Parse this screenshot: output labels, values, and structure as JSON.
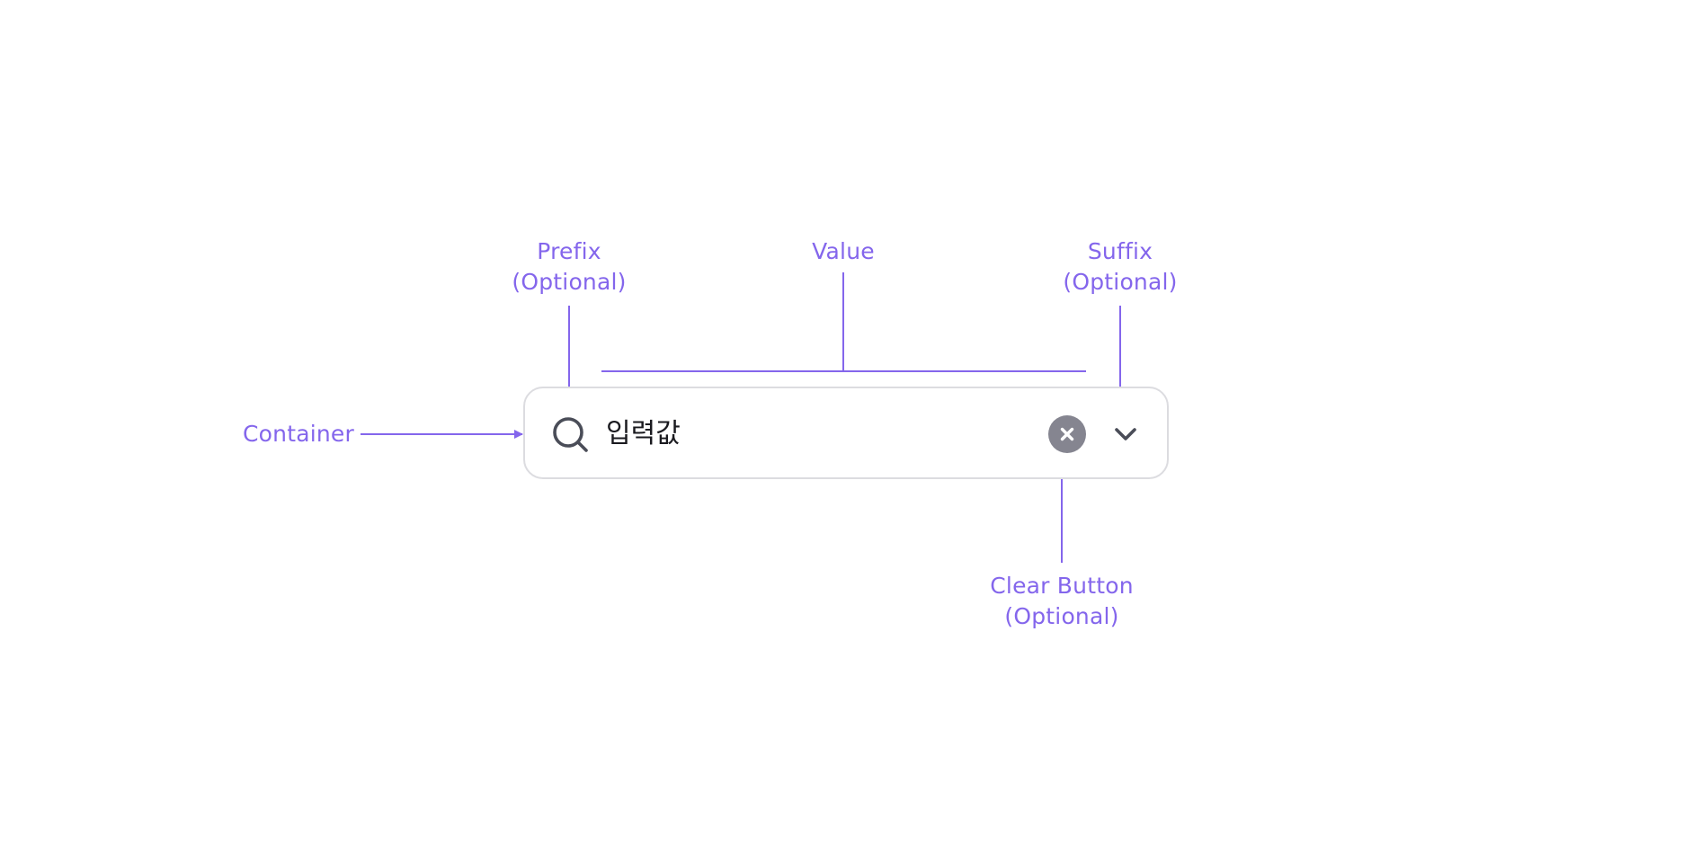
{
  "colors": {
    "annotation": "#8466ec",
    "container_border": "#dcdce0",
    "icon": "#4a4d58",
    "clear_button_bg": "#858590",
    "value_text": "#1a1a1f"
  },
  "labels": {
    "prefix": {
      "line1": "Prefix",
      "line2": "(Optional)"
    },
    "value": "Value",
    "suffix": {
      "line1": "Suffix",
      "line2": "(Optional)"
    },
    "container": "Container",
    "clear_button": {
      "line1": "Clear Button",
      "line2": "(Optional)"
    }
  },
  "input": {
    "value": "입력값",
    "prefix_icon": "search-icon",
    "clear_icon": "close-icon",
    "suffix_icon": "chevron-down-icon"
  }
}
